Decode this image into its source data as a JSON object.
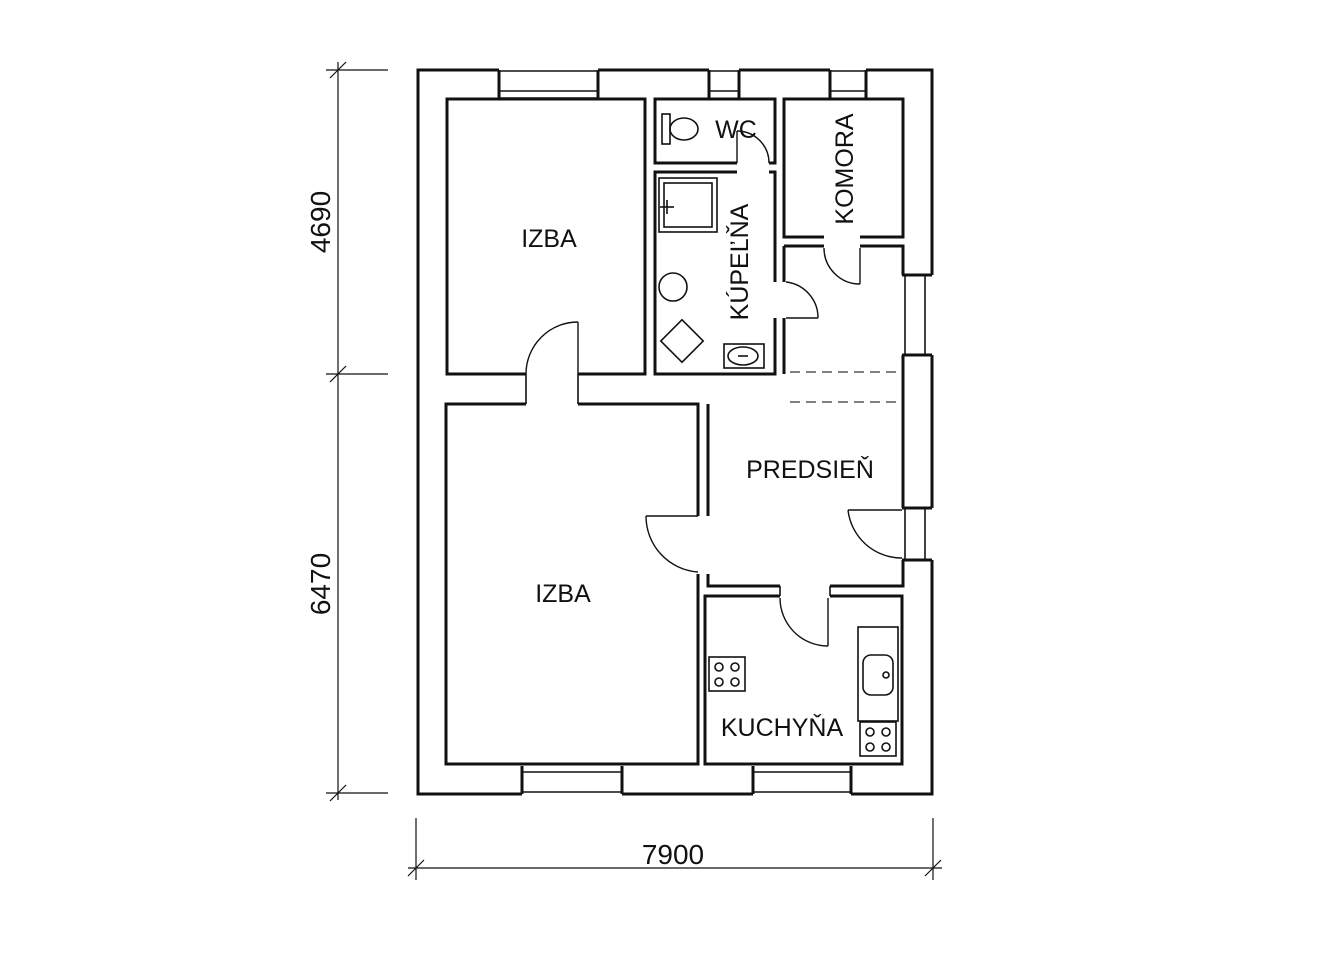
{
  "rooms": {
    "izba_upper": "IZBA",
    "izba_lower": "IZBA",
    "wc": "WC",
    "komora": "KOMORA",
    "kupelna": "KÚPEĽŇA",
    "predsien": "PREDSIEŇ",
    "kuchyna": "KUCHYŇA"
  },
  "dimensions": {
    "height_upper": "4690",
    "height_lower": "6470",
    "width_total": "7900"
  }
}
